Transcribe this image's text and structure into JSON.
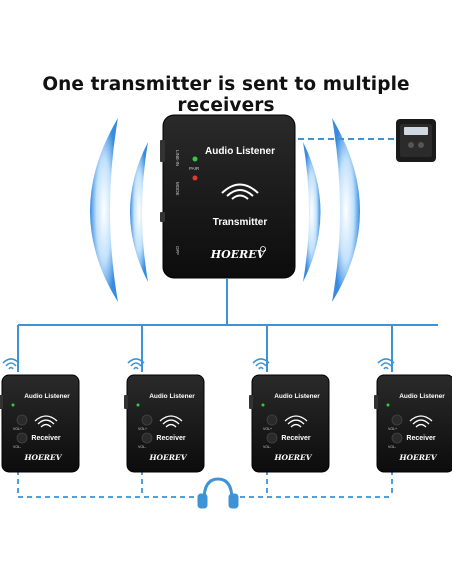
{
  "headline": "One transmitter is sent to multiple receivers",
  "transmitter": {
    "title": "Audio Listener",
    "role": "Transmitter",
    "brand": "HOEREV",
    "pair_label": "PAIR",
    "side_label_1": "LINE-IN",
    "side_label_2": "MODE",
    "side_label_3": "OFF"
  },
  "receivers": [
    {
      "title": "Audio Listener",
      "role": "Receiver",
      "brand": "HOEREV"
    },
    {
      "title": "Audio Listener",
      "role": "Receiver",
      "brand": "HOEREV"
    },
    {
      "title": "Audio Listener",
      "role": "Receiver",
      "brand": "HOEREV"
    },
    {
      "title": "Audio Listener",
      "role": "Receiver",
      "brand": "HOEREV"
    }
  ],
  "receiver_buttons": [
    "VOL+",
    "VOL-"
  ],
  "colors": {
    "connector": "#3d93d6",
    "wave": "#2e86de",
    "device_body": "#151515",
    "accent_green": "#2ecc40",
    "accent_red": "#e03a2f"
  }
}
